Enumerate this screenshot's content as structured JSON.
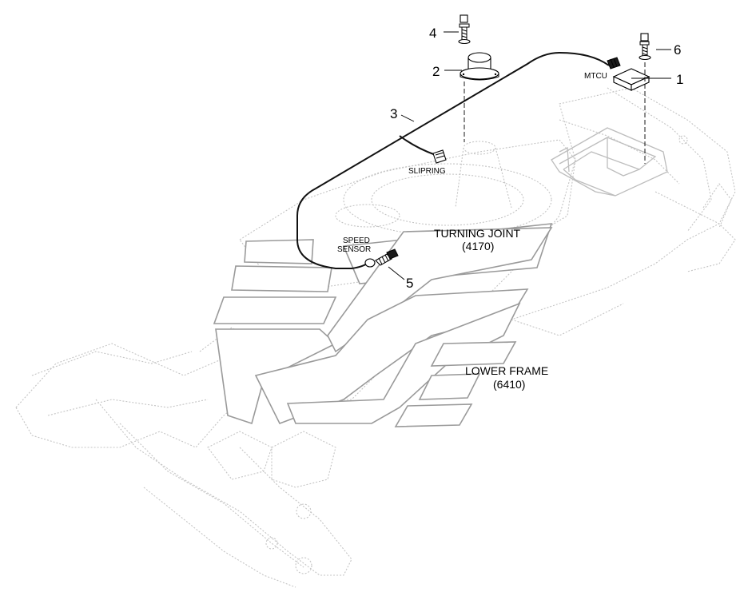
{
  "callouts": {
    "c1": "1",
    "c2": "2",
    "c3": "3",
    "c4": "4",
    "c5": "5",
    "c6": "6"
  },
  "labels": {
    "mtcu": "MTCU",
    "slipring": "SLIPRING",
    "speed": "SPEED",
    "sensor": "SENSOR",
    "turning_joint": "TURNING JOINT",
    "turning_joint_code": "(4170)",
    "lower_frame": "LOWER FRAME",
    "lower_frame_code": "(6410)"
  }
}
